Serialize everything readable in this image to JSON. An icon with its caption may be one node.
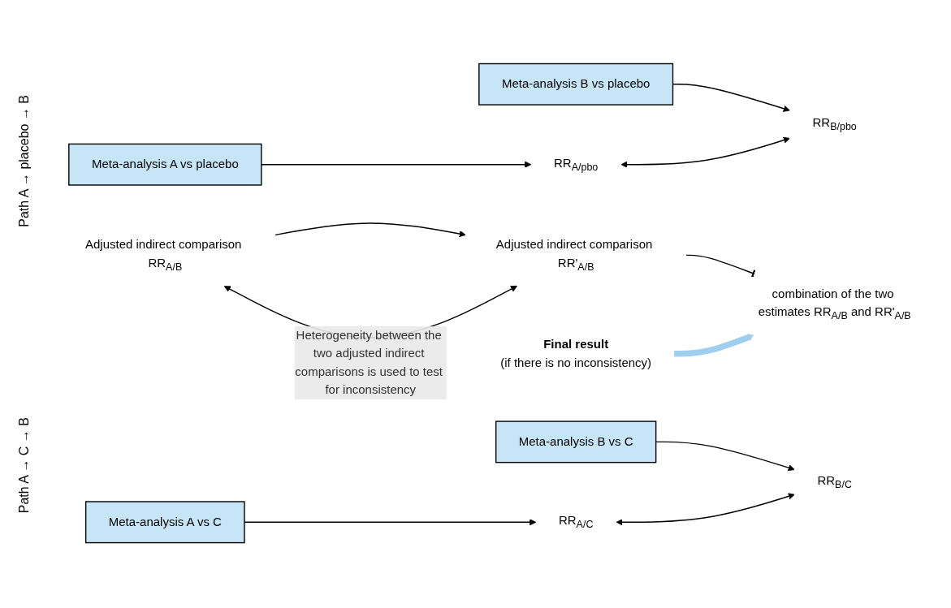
{
  "diagram": {
    "nodes": [
      {
        "text": [
          "Meta-analysis A vs placebo"
        ]
      },
      {
        "text": [
          "Meta-analysis B vs placebo"
        ]
      },
      {
        "text": [
          "RR$_{A/pbo}$"
        ]
      },
      {
        "text": [
          "RR$_{B/pbo}$"
        ]
      },
      {
        "text": [
          "Adjusted indirect comparison RR$_{A/B}$"
        ]
      },
      {
        "text": [
          "Meta-analysis A vs C"
        ]
      },
      {
        "text": [
          "Meta-analysis B vs C"
        ]
      },
      {
        "text": [
          "RR$_{A/C}$"
        ]
      },
      {
        "text": [
          "RR$_{B/C}$"
        ]
      },
      {
        "text": [
          "Adjusted indirect comparison RR'$_{A/B}$"
        ]
      },
      {
        "text": [
          "Final result",
          "(if there is no inconsistency)"
        ]
      },
      {
        "text": [
          "combination of the two estimates RR$_{A/B}$ and RR'$_{A/B}$"
        ]
      }
    ],
    "edges": [
      {
        "from": 0,
        "to": 2,
        "arrow": "to"
      },
      {
        "from": 1,
        "to": 3,
        "arrow": "to"
      },
      {
        "from": 2,
        "to": 3,
        "arrow": "both"
      },
      {
        "from": 5,
        "to": 7,
        "arrow": "to"
      },
      {
        "from": 6,
        "to": 8,
        "arrow": "to"
      },
      {
        "from": 7,
        "to": 8,
        "arrow": "both"
      },
      {
        "from": 4,
        "to": 9,
        "arrow": "to"
      },
      {
        "from": 4,
        "to": 9,
        "arrow": "both",
        "label": "Heterogeneity between the two adjusted indirect comparisons is used to test for inconsistency"
      },
      {
        "from": 9,
        "to": 11,
        "arrow": "other"
      },
      {
        "from": 10,
        "to": 11,
        "arrow": "to",
        "style": "thick",
        "color": "#9fcfee"
      }
    ],
    "labels": [
      "Path A → placebo → B",
      "Path A → C → B"
    ]
  }
}
